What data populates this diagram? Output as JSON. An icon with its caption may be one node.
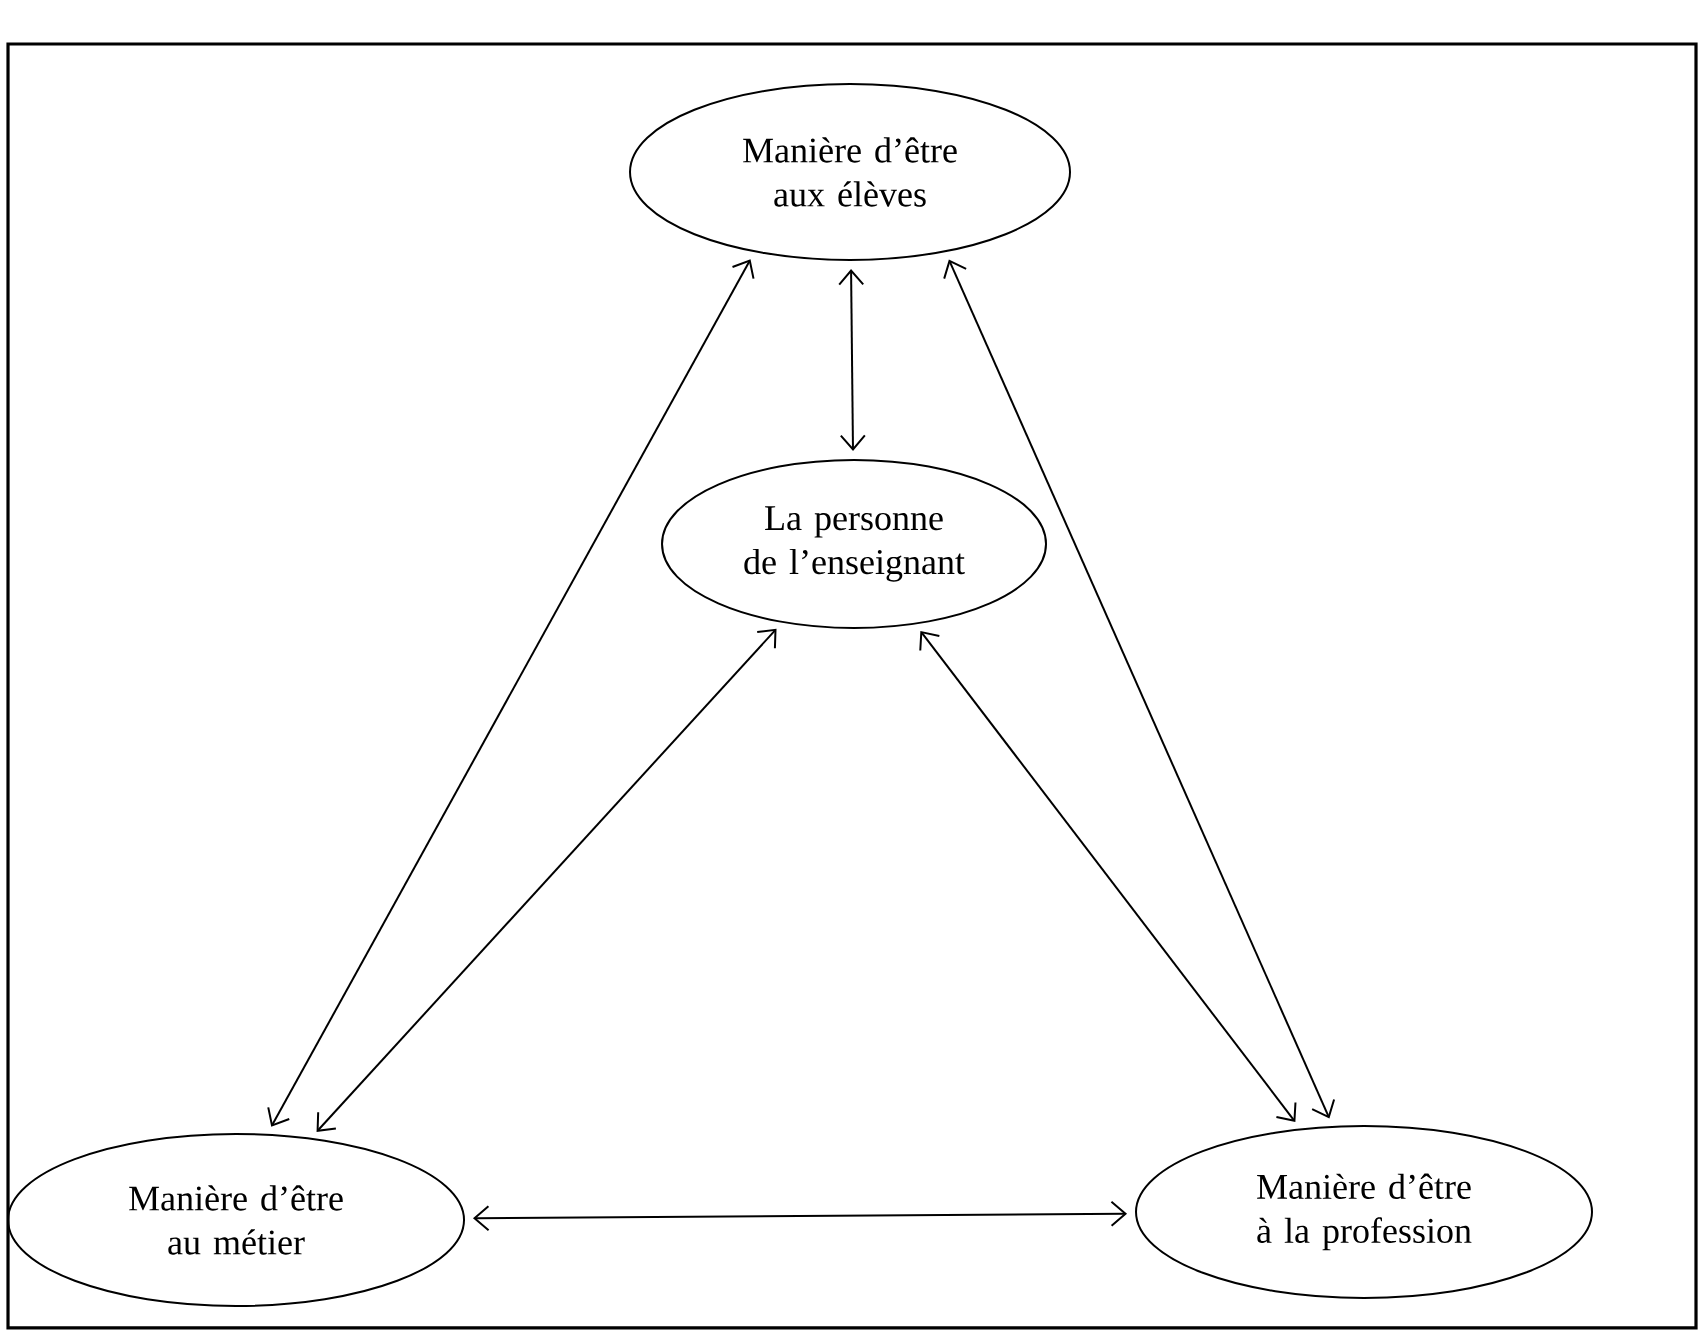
{
  "diagram": {
    "nodes": [
      {
        "text": [
          "Manière d’être aux élèves"
        ]
      },
      {
        "text": [
          "La personne de l’enseignant"
        ]
      },
      {
        "text": [
          "Manière d’être au métier"
        ]
      },
      {
        "text": [
          "Manière d’être à la profession"
        ]
      }
    ],
    "edges": [
      {
        "from": 0,
        "to": 1,
        "arrow": "both"
      },
      {
        "from": 0,
        "to": 2,
        "arrow": "both"
      },
      {
        "from": 0,
        "to": 3,
        "arrow": "both"
      },
      {
        "from": 1,
        "to": 2,
        "arrow": "both"
      },
      {
        "from": 1,
        "to": 3,
        "arrow": "both"
      },
      {
        "from": 2,
        "to": 3,
        "arrow": "both"
      }
    ]
  }
}
